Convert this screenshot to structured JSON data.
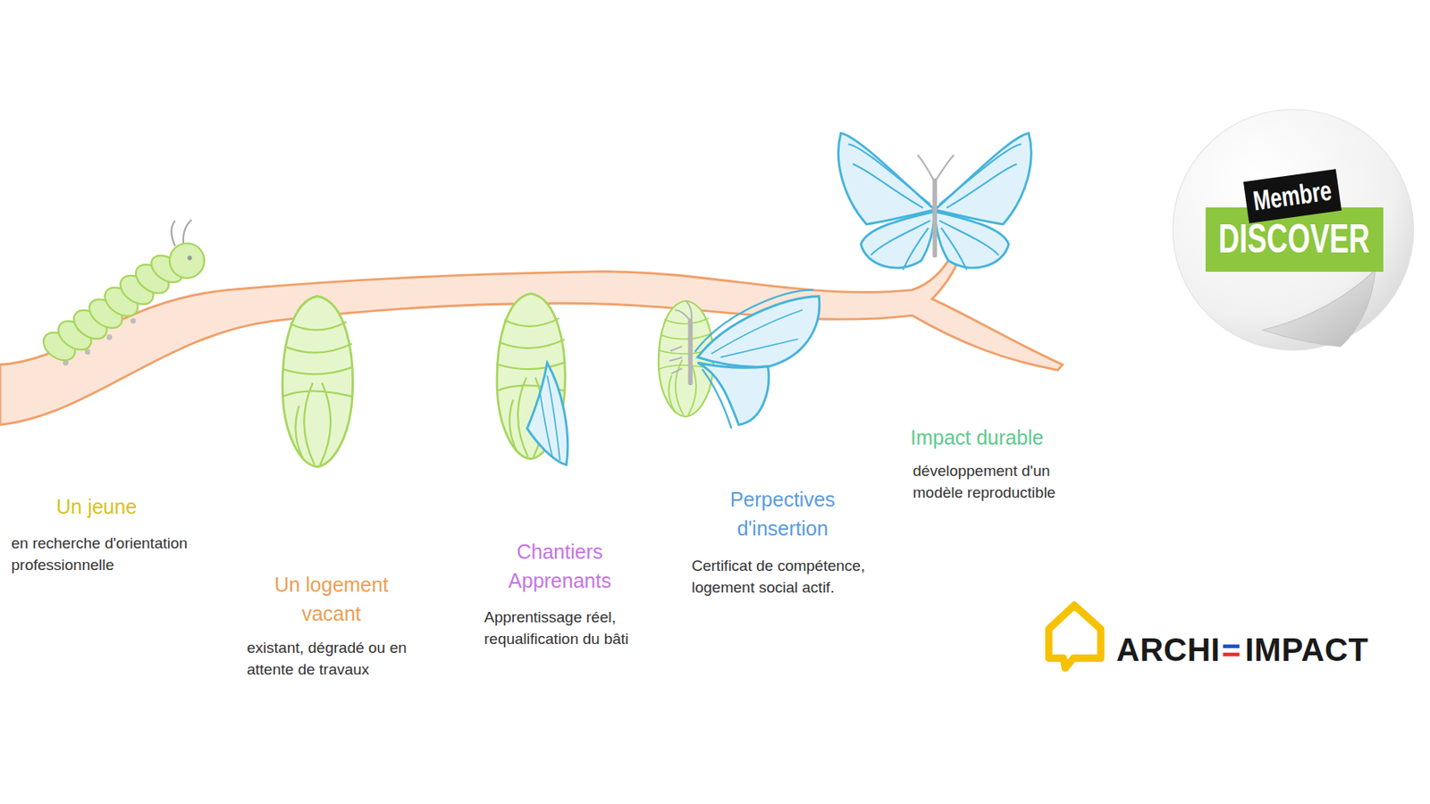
{
  "diagram": {
    "nodes": [
      {
        "text": [
          "Membre"
        ]
      },
      {
        "text": [
          "DISCOVER"
        ]
      }
    ],
    "labels": [
      "Un jeune",
      "en recherche d'orientation professionnelle",
      "Un logement vacant",
      "existant, dégradé ou en attente de travaux",
      "Chantiers Apprenants",
      "Apprentissage réel, requalification du bâti",
      "Perpectives d'insertion",
      "Certificat de compétence, logement social actif.",
      "Impact durable",
      "développement d'un modèle reproductible",
      "ARCHI",
      "IMPACT"
    ]
  }
}
